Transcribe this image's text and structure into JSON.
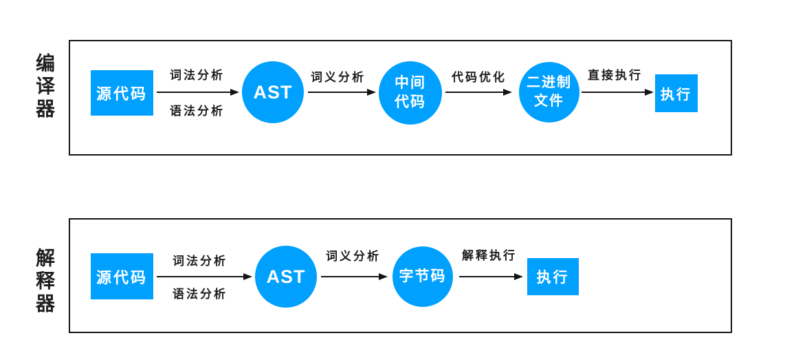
{
  "colors": {
    "node": "#00A0FF",
    "node_text": "#FFFFFF",
    "stroke": "#141414",
    "text": "#1F1F1F",
    "background": "#FFFFFF"
  },
  "compiler": {
    "side_label": "编译器",
    "nodes": {
      "source": "源代码",
      "ast": "AST",
      "intermediate": [
        "中间",
        "代码"
      ],
      "binary": [
        "二进制",
        "文件"
      ],
      "execute": "执行"
    },
    "edges": {
      "lexical": "词法分析",
      "syntax": "语法分析",
      "semantic": "词义分析",
      "optimize": "代码优化",
      "direct_exec": "直接执行"
    }
  },
  "interpreter": {
    "side_label": "解释器",
    "nodes": {
      "source": "源代码",
      "ast": "AST",
      "bytecode": "字节码",
      "execute": "执行"
    },
    "edges": {
      "lexical": "词法分析",
      "syntax": "语法分析",
      "semantic": "词义分析",
      "interpret_exec": "解释执行"
    }
  }
}
